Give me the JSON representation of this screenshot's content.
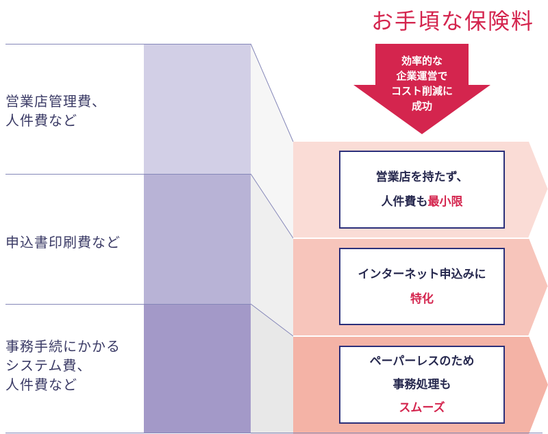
{
  "title": "お手頃な保険料",
  "arrow_text": [
    "効率的な",
    "企業運営で",
    "コスト削減に",
    "成功"
  ],
  "rows": [
    {
      "label_lines": [
        "営業店管理費、",
        "人件費など"
      ],
      "box_lines": [
        [
          {
            "t": "営業店を持たず、",
            "hl": false
          }
        ],
        [
          {
            "t": "人件費も",
            "hl": false
          },
          {
            "t": "最小限",
            "hl": true
          }
        ]
      ]
    },
    {
      "label_lines": [
        "申込書印刷費など"
      ],
      "box_lines": [
        [
          {
            "t": "インターネット申込みに",
            "hl": false
          }
        ],
        [
          {
            "t": "特化",
            "hl": true
          }
        ]
      ]
    },
    {
      "label_lines": [
        "事務手続にかかる",
        "システム費、",
        "人件費など"
      ],
      "box_lines": [
        [
          {
            "t": "ペーパーレスのため",
            "hl": false
          }
        ],
        [
          {
            "t": "事務処理も",
            "hl": false
          }
        ],
        [
          {
            "t": "スムーズ",
            "hl": true
          }
        ]
      ]
    }
  ],
  "colors": {
    "accent": "#d4254e",
    "bar_1": "#d2cfe6",
    "bar_2": "#b8b3d6",
    "bar_3": "#a399c8",
    "band_1": "#fadcd6",
    "band_2": "#f7c5bb",
    "band_3": "#f4b3a6",
    "arrow": "#d4254e",
    "box_border": "#2a2f7a"
  }
}
